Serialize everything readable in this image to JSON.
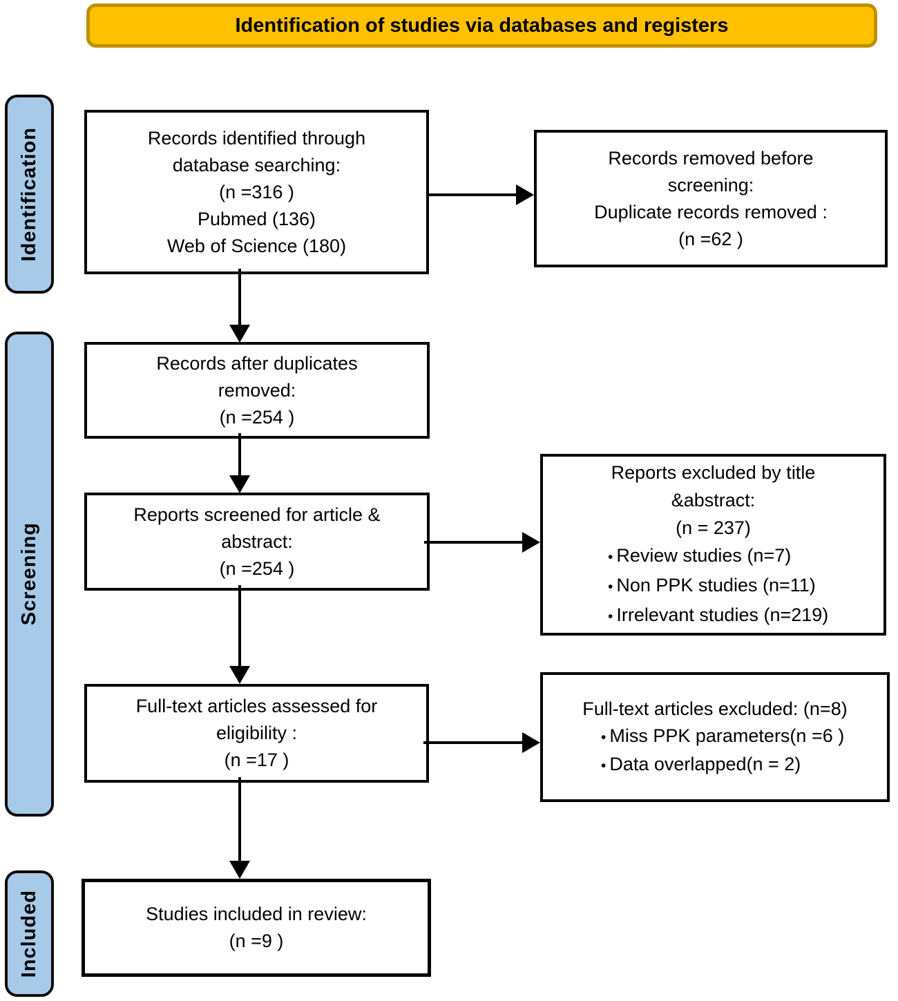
{
  "header": {
    "title": "Identification of studies via databases and registers"
  },
  "colors": {
    "header_fill": "#FFC000",
    "header_border": "#BF9000",
    "stage_fill": "#A7CAE9",
    "box_border": "#000000",
    "line_color": "#000000"
  },
  "ui": {
    "bullet": "•"
  },
  "stages": [
    {
      "label": "Identification"
    },
    {
      "label": "Screening"
    },
    {
      "label": "Included"
    }
  ],
  "flow": {
    "box_a": {
      "lines": [
        "Records identified through",
        "database searching:",
        "(n =316 )",
        "Pubmed (136)",
        "Web of Science (180)"
      ]
    },
    "box_b": {
      "lines": [
        "Records removed before",
        "screening:",
        "Duplicate records removed :",
        "(n =62 )"
      ]
    },
    "box_c": {
      "lines": [
        "Records after duplicates",
        "removed:",
        "(n =254 )"
      ]
    },
    "box_d": {
      "lines": [
        "Reports screened for article &",
        "abstract:",
        "(n =254 )"
      ]
    },
    "box_e": {
      "lines": [
        "Reports excluded by title",
        "&abstract:",
        "(n = 237)"
      ],
      "bullets": [
        "Review studies (n=7)",
        "Non PPK studies (n=11)",
        "Irrelevant studies (n=219)"
      ]
    },
    "box_f": {
      "lines": [
        "Full-text articles assessed for",
        "eligibility :",
        "(n =17 )"
      ]
    },
    "box_g": {
      "lines": [
        "Full-text articles excluded: (n=8)"
      ],
      "bullets": [
        "Miss PPK parameters(n =6 )",
        "Data overlapped(n = 2)"
      ]
    },
    "box_h": {
      "lines": [
        "Studies included in review:",
        "(n =9 )"
      ]
    }
  }
}
